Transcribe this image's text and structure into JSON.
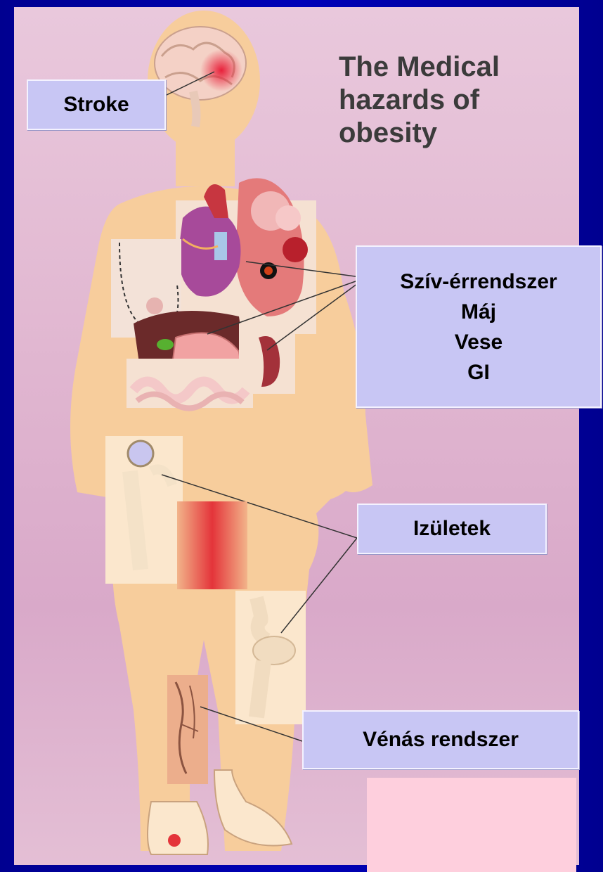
{
  "title": {
    "line1": "The Medical",
    "line2": "hazards of",
    "line3": "obesity"
  },
  "labels": {
    "stroke": "Stroke",
    "organs": [
      "Szív-érrendszer",
      "Máj",
      "Vese",
      "GI"
    ],
    "joints": "Izületek",
    "veins": "Vénás rendszer"
  },
  "colors": {
    "background": "#0000b0",
    "panel": "#e2b9d2",
    "skin": "#f7cd9c",
    "label_box": "#c8c6f4",
    "pink_box": "#fecfdd",
    "title_text": "#3b3b3b"
  },
  "icons": [
    "brain-icon",
    "heart-icon",
    "lung-icon",
    "breast-icon",
    "liver-icon",
    "stomach-icon",
    "kidney-icon",
    "intestine-icon",
    "hip-joint-icon",
    "knee-joint-icon",
    "vein-icon",
    "foot-icon"
  ]
}
